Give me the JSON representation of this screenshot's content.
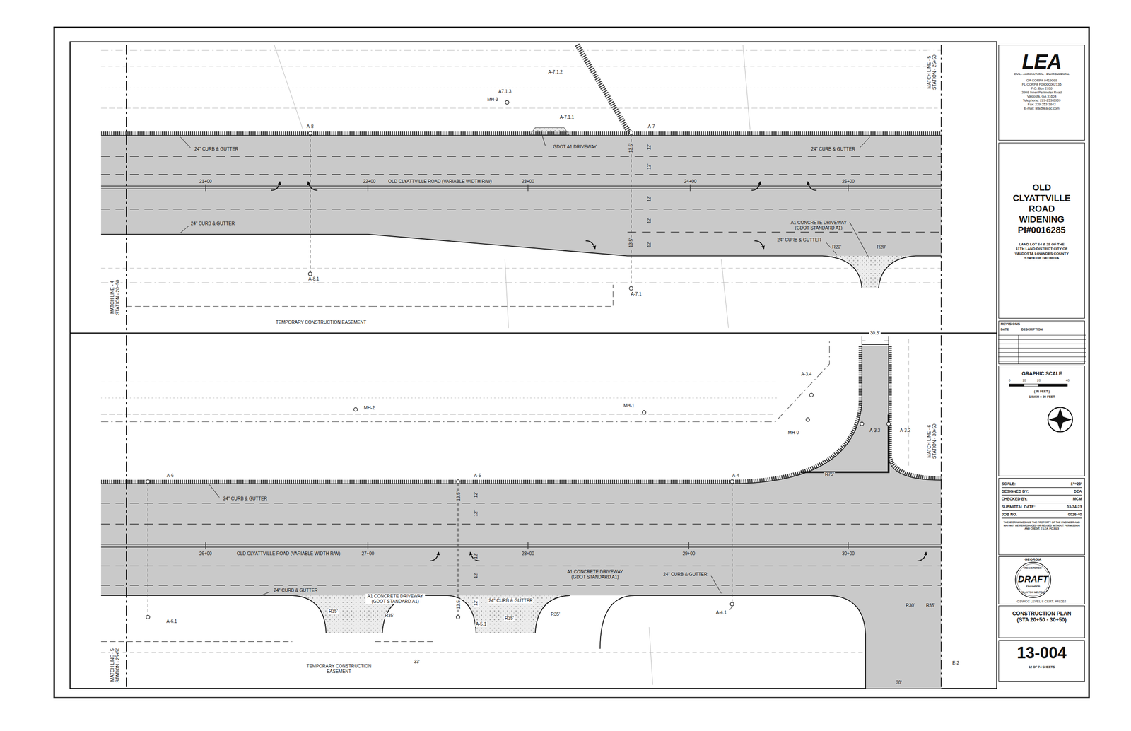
{
  "diagram": {
    "nodes": [
      {
        "text": [
          "LEA",
          "CIVIL • AGRICULTURAL • ENVIRONMENTAL",
          "GA CORP# 0419099",
          "FL CORP# F04000002135",
          "P.O. Box 2930",
          "3998 Inner Perimeter Road",
          "Valdosta, GA 31604",
          "Telephone: 229-253-0909",
          "Fax: 229-253-1842",
          "E-mail: lea@lea-pc.com"
        ]
      },
      {
        "text": [
          "OLD CLYATTVILLE ROAD WIDENING PI#0016285",
          "LAND LOT 64 & 29 OF THE 11TH LAND DISTRICT CITY OF VALDOSTA LOWNDES COUNTY STATE OF GEORGIA"
        ]
      },
      {
        "text": [
          "REVISIONS",
          "DATE",
          "DESCRIPTION"
        ]
      },
      {
        "text": [
          "GRAPHIC SCALE",
          "0",
          "10",
          "20",
          "40",
          "( IN FEET )",
          "1 INCH = 20 FEET"
        ]
      },
      {
        "text": [
          "SCALE:",
          "1\"=20'",
          "DESIGNED BY:",
          "DEA",
          "CHECKED BY:",
          "MCM",
          "SUBMITTAL DATE:",
          "03-24-23",
          "JOB NO.",
          "0026-40",
          "THESE DRAWINGS ARE THE PROPERTY OF THE ENGINEER AND MAY NOT BE REPRODUCED OR REUSED WITHOUT PERMISSION AND CREDIT. © LEA, PC 2023"
        ]
      },
      {
        "text": [
          "GEORGIA",
          "REGISTERED",
          "DRAFT",
          "ENGINEER",
          "CLAYTON MELTON",
          "GSWCC LEVEL II CERT. #49262"
        ]
      },
      {
        "text": [
          "CONSTRUCTION PLAN (STA 20+50 - 30+50)"
        ]
      },
      {
        "text": [
          "13-004",
          "12 OF 74 SHEETS"
        ]
      }
    ],
    "labels": [
      "MH-3",
      "A-7.1.2",
      "A7.1.3",
      "A-7.1.1",
      "A-8",
      "A-7",
      "24\" CURB & GUTTER",
      "GDOT A1 DRIVEWAY",
      "24\" CURB & GUTTER",
      "21+00",
      "22+00",
      "OLD CLYATTVILLE ROAD (VARIABLE WIDTH R/W)",
      "23+00",
      "24+00",
      "25+00",
      "24\" CURB & GUTTER",
      "A1 CONCRETE DRIVEWAY (GDOT STANDARD A1)",
      "24\" CURB & GUTTER",
      "13.5'",
      "12'",
      "12'",
      "12'",
      "12'",
      "12'",
      "13.5'",
      "R20'",
      "R20'",
      "A-8.1",
      "A-7.1",
      "TEMPORARY CONSTRUCTION EASEMENT",
      "MATCH LINE - 4 STATION - 20+50",
      "MATCH LINE - 5 STATION - 25+50",
      "30.3'",
      "A-3.4",
      "MH-2",
      "MH-1",
      "MH-0",
      "A-3.3",
      "A-3.2",
      "R75'",
      "A-6",
      "A-5",
      "A-4",
      "24\" CURB & GUTTER",
      "13.5'",
      "12'",
      "12'",
      "12'",
      "12'",
      "12'",
      "13.5'",
      "26+00",
      "OLD CLYATTVILLE ROAD (VARIABLE WIDTH R/W)",
      "27+00",
      "28+00",
      "29+00",
      "30+00",
      "A1 CONCRETE DRIVEWAY (GDOT STANDARD A1)",
      "24\" CURB & GUTTER",
      "24\" CURB & GUTTER",
      "A1 CONCRETE DRIVEWAY (GDOT STANDARD A1)",
      "24\" CURB & GUTTER",
      "R35'",
      "R35'",
      "R35'",
      "R35'",
      "A-6.1",
      "A-5.1",
      "A-4.1",
      "R30'",
      "R35'",
      "33'",
      "E-2",
      "30'",
      "TEMPORARY CONSTRUCTION EASEMENT",
      "MATCH LINE - 5 STATION - 25+50",
      "MATCH LINE - 6 STATION - 30+50"
    ]
  }
}
